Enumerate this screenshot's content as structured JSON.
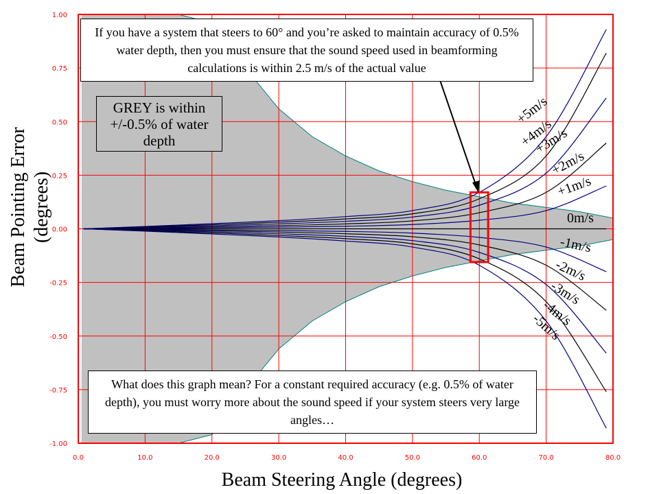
{
  "chart_data": {
    "type": "line",
    "title": "",
    "xlabel": "Beam Steering Angle (degrees)",
    "ylabel": "Beam Pointing Error",
    "ylabel_units": "(degrees)",
    "xlim": [
      0,
      80
    ],
    "ylim": [
      -1.0,
      1.0
    ],
    "x_ticks": [
      "0.0",
      "10.0",
      "20.0",
      "30.0",
      "40.0",
      "50.0",
      "60.0",
      "70.0",
      "80.0"
    ],
    "y_ticks": [
      "1.00",
      "0.75",
      "0.50",
      "0.25",
      "0.00",
      "-0.25",
      "-0.50",
      "-0.75",
      "-1.00"
    ],
    "grid": true,
    "x": [
      0,
      10,
      20,
      30,
      40,
      50,
      60,
      70,
      79
    ],
    "series": [
      {
        "name": "+5m/s",
        "color": "#000080",
        "values": [
          0,
          0.011,
          0.024,
          0.038,
          0.057,
          0.085,
          0.17,
          0.43,
          0.93
        ]
      },
      {
        "name": "+4m/s",
        "color": "#000000",
        "values": [
          0,
          0.009,
          0.019,
          0.031,
          0.046,
          0.07,
          0.14,
          0.34,
          0.82
        ]
      },
      {
        "name": "+3m/s",
        "color": "#000080",
        "values": [
          0,
          0.007,
          0.014,
          0.023,
          0.035,
          0.055,
          0.11,
          0.26,
          0.61
        ]
      },
      {
        "name": "+2m/s",
        "color": "#000000",
        "values": [
          0,
          0.004,
          0.009,
          0.015,
          0.023,
          0.037,
          0.075,
          0.17,
          0.4
        ]
      },
      {
        "name": "+1m/s",
        "color": "#000080",
        "values": [
          0,
          0.002,
          0.005,
          0.008,
          0.012,
          0.02,
          0.04,
          0.085,
          0.2
        ]
      },
      {
        "name": "0m/s",
        "color": "#000000",
        "values": [
          0,
          0,
          0,
          0,
          0,
          0,
          0,
          0,
          0
        ]
      },
      {
        "name": "-1m/s",
        "color": "#000080",
        "values": [
          0,
          -0.002,
          -0.005,
          -0.008,
          -0.012,
          -0.02,
          -0.04,
          -0.085,
          -0.2
        ]
      },
      {
        "name": "-2m/s",
        "color": "#000000",
        "values": [
          0,
          -0.004,
          -0.009,
          -0.015,
          -0.023,
          -0.037,
          -0.075,
          -0.17,
          -0.38
        ]
      },
      {
        "name": "-3m/s",
        "color": "#000080",
        "values": [
          0,
          -0.007,
          -0.014,
          -0.023,
          -0.035,
          -0.055,
          -0.11,
          -0.26,
          -0.58
        ]
      },
      {
        "name": "-4m/s",
        "color": "#000000",
        "values": [
          0,
          -0.009,
          -0.019,
          -0.031,
          -0.046,
          -0.07,
          -0.14,
          -0.34,
          -0.76
        ]
      },
      {
        "name": "-5m/s",
        "color": "#000080",
        "values": [
          0,
          -0.011,
          -0.024,
          -0.038,
          -0.057,
          -0.085,
          -0.17,
          -0.43,
          -0.93
        ]
      }
    ],
    "tolerance_band": {
      "color": "#c0c0c0",
      "edge_color": "#008080",
      "x": [
        0.5,
        5,
        10,
        15,
        20,
        25,
        30,
        35,
        40,
        45,
        50,
        55,
        60,
        65,
        70,
        75,
        80
      ],
      "upper": [
        1.0,
        1.0,
        1.0,
        1.0,
        0.96,
        0.75,
        0.56,
        0.43,
        0.34,
        0.27,
        0.22,
        0.18,
        0.15,
        0.12,
        0.1,
        0.08,
        0.05
      ],
      "lower": [
        -1.0,
        -1.0,
        -1.0,
        -1.0,
        -0.96,
        -0.75,
        -0.56,
        -0.43,
        -0.34,
        -0.27,
        -0.22,
        -0.18,
        -0.15,
        -0.12,
        -0.1,
        -0.08,
        -0.05
      ]
    },
    "highlight_box": {
      "x": [
        59.5,
        60.5
      ],
      "y": [
        -0.155,
        0.17
      ],
      "color": "#ff0000"
    },
    "annotations": {
      "top_note": "If you have a system that steers to 60° and you’re asked to maintain accuracy of 0.5% water depth, then you must ensure that the sound speed used in beamforming calculations is within 2.5 m/s of the actual value",
      "grey_note": "GREY is within +/-0.5% of water depth",
      "bottom_note": "What does this graph mean?  For a constant required accuracy (e.g. 0.5% of water depth), you must worry more about the sound speed if your system steers very large angles…"
    },
    "colors": {
      "grid": "#ff0000",
      "plot_border": "#ff0000",
      "tick_labels": "#ff0000"
    }
  }
}
